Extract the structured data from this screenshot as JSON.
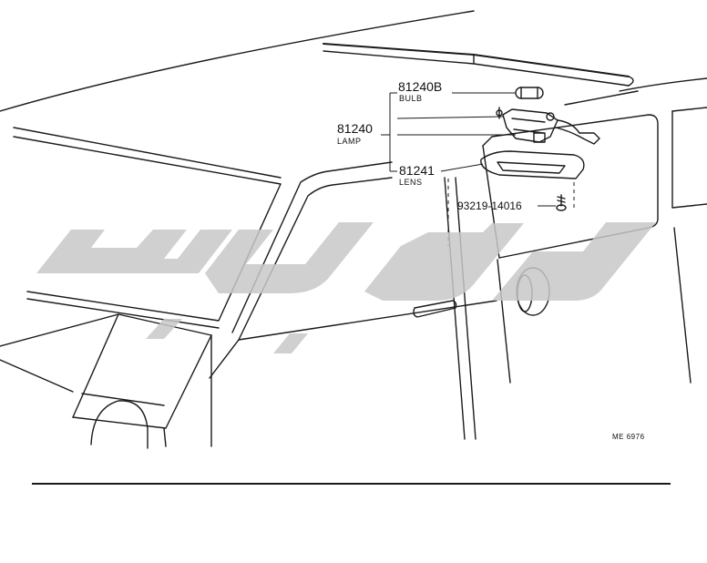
{
  "parts": [
    {
      "number": "81240B",
      "name": "BULB"
    },
    {
      "number": "81240",
      "name": "LAMP"
    },
    {
      "number": "81241",
      "name": "LENS"
    },
    {
      "number": "93219-14016",
      "name": ""
    }
  ],
  "reference_code": "ME 6976",
  "watermark_color": "#c8c8c8",
  "line_color": "#1a1a1a"
}
